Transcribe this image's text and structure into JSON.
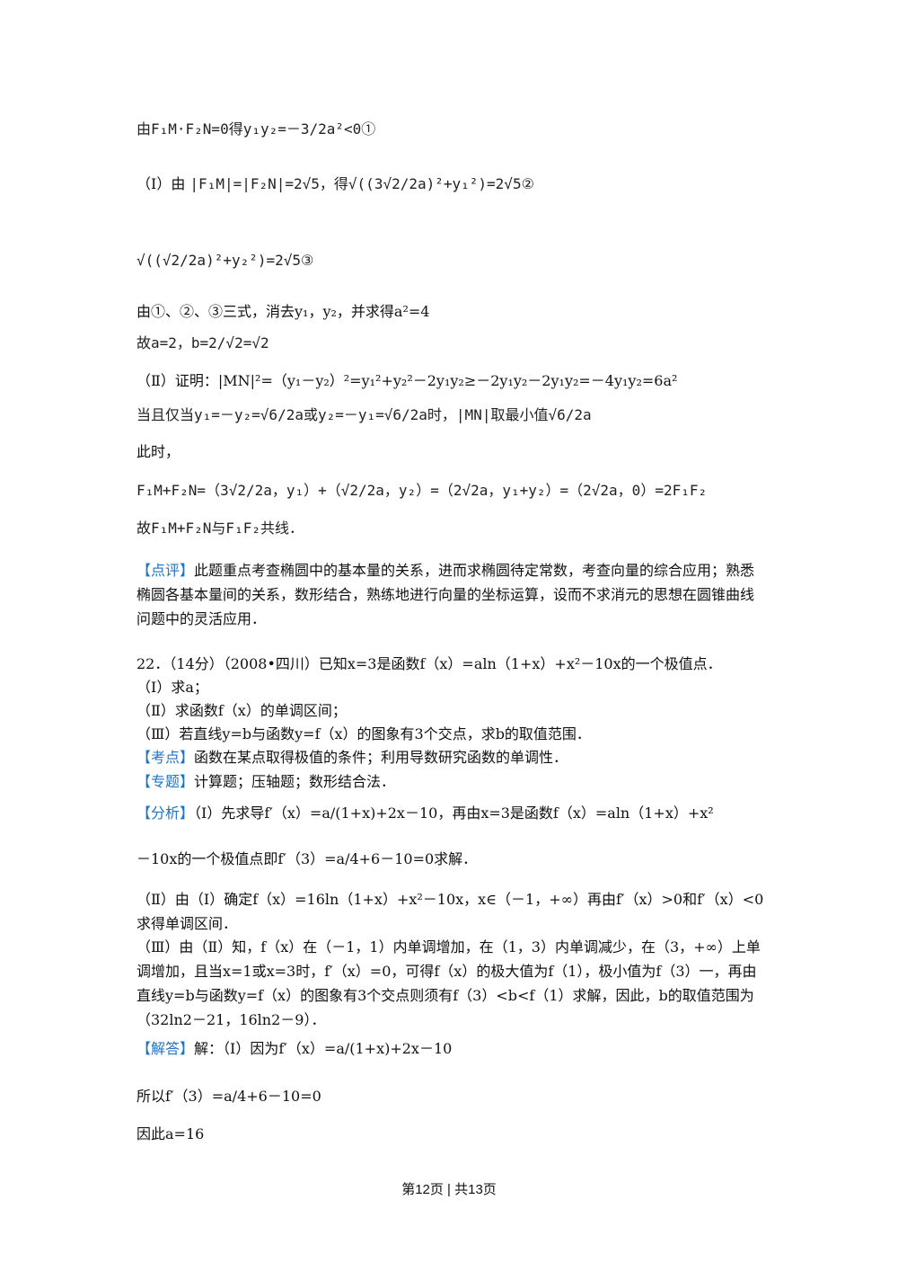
{
  "lines": {
    "l01": "由F₁M·F₂N=0得y₁y₂=－3/2a²<0①",
    "l02a": "（Ⅰ）由",
    "l02b": "|F₁M|=|F₂N|=2√5，得√((3√2/2a)²+y₁²)=2√5②",
    "l03": "√((√2/2a)²+y₂²)=2√5③",
    "l04": "由①、②、③三式，消去y₁，y₂，并求得a²=4",
    "l05": "故a=2，b=2/√2=√2",
    "l06": "（Ⅱ）证明：|MN|²=（y₁－y₂）²=y₁²+y₂²－2y₁y₂≥－2y₁y₂－2y₁y₂=－4y₁y₂=6a²",
    "l07": "当且仅当y₁=－y₂=√6/2a或y₂=－y₁=√6/2a时，|MN|取最小值√6/2a",
    "l08": "此时，",
    "l09": "F₁M+F₂N=（3√2/2a，y₁）+（√2/2a，y₂）=（2√2a，y₁+y₂）=（2√2a，0）=2F₁F₂",
    "l10": "故F₁M+F₂N与F₁F₂共线．"
  },
  "comment": {
    "tag": "【点评】",
    "text": "此题重点考查椭圆中的基本量的关系，进而求椭圆待定常数，考查向量的综合应用；熟悉椭圆各基本量间的关系，数形结合，熟练地进行向量的坐标运算，设而不求消元的思想在圆锥曲线问题中的灵活应用．"
  },
  "problem": {
    "title": "22．（14分）（2008•四川）已知x=3是函数f（x）=aln（1+x）+x²－10x的一个极值点．",
    "q1": "（Ⅰ）求a；",
    "q2": "（Ⅱ）求函数f（x）的单调区间；",
    "q3": "（Ⅲ）若直线y=b与函数y=f（x）的图象有3个交点，求b的取值范围．",
    "kaodian_tag": "【考点】",
    "kaodian": "函数在某点取得极值的条件；利用导数研究函数的单调性．",
    "zhuanti_tag": "【专题】",
    "zhuanti": "计算题；压轴题；数形结合法．",
    "fenxi_tag": "【分析】",
    "fenxi1": "（Ⅰ）先求导f′（x）=a/(1+x)+2x－10，再由x=3是函数f（x）=aln（1+x）+x²",
    "fenxi2": "－10x的一个极值点即f′（3）=a/4+6－10=0求解．",
    "fenxi3": "（Ⅱ）由（Ⅰ）确定f（x）=16ln（1+x）+x²－10x，x∈（－1，+∞）再由f′（x）>0和f′（x）<0求得单调区间．",
    "fenxi4": "（Ⅲ）由（Ⅱ）知，f（x）在（－1，1）内单调增加，在（1，3）内单调减少，在（3，+∞）上单调增加，且当x=1或x=3时，f′（x）=0，可得f（x）的极大值为f（1），极小值为f（3）一，再由直线y=b与函数y=f（x）的图象有3个交点则须有f（3）<b<f（1）求解，因此，b的取值范围为（32ln2－21，16ln2－9）．",
    "jieda_tag": "【解答】",
    "jieda1": "解：（Ⅰ）因为f′（x）=a/(1+x)+2x－10",
    "jieda2": "所以f′（3）=a/4+6－10=0",
    "jieda3": "因此a=16"
  },
  "footer": "第12页  | 共13页"
}
